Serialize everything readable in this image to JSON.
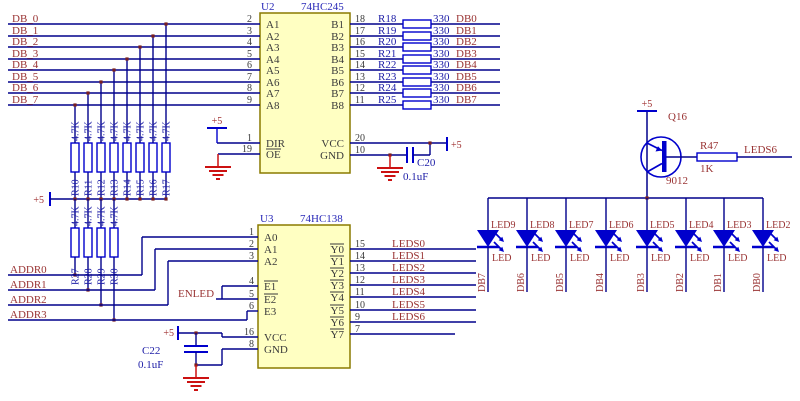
{
  "schematic": {
    "power": "+5",
    "enled": "ENLED",
    "db_in": [
      "DB_0",
      "DB_1",
      "DB_2",
      "DB_3",
      "DB_4",
      "DB_5",
      "DB_6",
      "DB_7"
    ],
    "addr": [
      "ADDR0",
      "ADDR1",
      "ADDR2",
      "ADDR3"
    ],
    "u2": {
      "ref": "U2",
      "part": "74HC245",
      "left_pins": [
        {
          "num": "2",
          "name": "A1"
        },
        {
          "num": "3",
          "name": "A2"
        },
        {
          "num": "4",
          "name": "A3"
        },
        {
          "num": "5",
          "name": "A4"
        },
        {
          "num": "6",
          "name": "A5"
        },
        {
          "num": "7",
          "name": "A6"
        },
        {
          "num": "8",
          "name": "A7"
        },
        {
          "num": "9",
          "name": "A8"
        },
        {
          "num": "1",
          "name": "DIR"
        },
        {
          "num": "19",
          "name": "OE",
          "bar": true
        }
      ],
      "right_pins": [
        {
          "num": "18",
          "name": "B1"
        },
        {
          "num": "17",
          "name": "B2"
        },
        {
          "num": "16",
          "name": "B3"
        },
        {
          "num": "15",
          "name": "B4"
        },
        {
          "num": "14",
          "name": "B5"
        },
        {
          "num": "13",
          "name": "B6"
        },
        {
          "num": "12",
          "name": "B7"
        },
        {
          "num": "11",
          "name": "B8"
        },
        {
          "num": "20",
          "name": "VCC"
        },
        {
          "num": "10",
          "name": "GND"
        }
      ]
    },
    "u3": {
      "ref": "U3",
      "part": "74HC138",
      "left_pins": [
        {
          "num": "1",
          "name": "A0"
        },
        {
          "num": "2",
          "name": "A1"
        },
        {
          "num": "3",
          "name": "A2"
        },
        {
          "num": "4",
          "name": "E1",
          "bar": true
        },
        {
          "num": "5",
          "name": "E2",
          "bar": true
        },
        {
          "num": "6",
          "name": "E3"
        },
        {
          "num": "16",
          "name": "VCC"
        },
        {
          "num": "8",
          "name": "GND"
        }
      ],
      "right_pins": [
        {
          "num": "15",
          "name": "Y0",
          "bar": true
        },
        {
          "num": "14",
          "name": "Y1",
          "bar": true
        },
        {
          "num": "13",
          "name": "Y2",
          "bar": true
        },
        {
          "num": "12",
          "name": "Y3",
          "bar": true
        },
        {
          "num": "11",
          "name": "Y4",
          "bar": true
        },
        {
          "num": "10",
          "name": "Y5",
          "bar": true
        },
        {
          "num": "9",
          "name": "Y6",
          "bar": true
        },
        {
          "num": "7",
          "name": "Y7",
          "bar": true
        }
      ]
    },
    "leds_out": [
      "LEDS0",
      "LEDS1",
      "LEDS2",
      "LEDS3",
      "LEDS4",
      "LEDS5",
      "LEDS6"
    ],
    "pullups_top": [
      {
        "ref": "R10",
        "value": "4.7K"
      },
      {
        "ref": "R11",
        "value": "4.7K"
      },
      {
        "ref": "R12",
        "value": "4.7K"
      },
      {
        "ref": "R13",
        "value": "4.7K"
      },
      {
        "ref": "R14",
        "value": "4.7K"
      },
      {
        "ref": "R15",
        "value": "4.7K"
      },
      {
        "ref": "R16",
        "value": "4.7K"
      },
      {
        "ref": "R17",
        "value": "4.7K"
      }
    ],
    "pullups_bottom": [
      {
        "ref": "R27",
        "value": "4.7K"
      },
      {
        "ref": "R28",
        "value": "4.7K"
      },
      {
        "ref": "R29",
        "value": "4.7K"
      },
      {
        "ref": "R30",
        "value": "4.7K"
      }
    ],
    "series_resistors": [
      {
        "ref": "R18",
        "value": "330",
        "net": "DB0"
      },
      {
        "ref": "R19",
        "value": "330",
        "net": "DB1"
      },
      {
        "ref": "R20",
        "value": "330",
        "net": "DB2"
      },
      {
        "ref": "R21",
        "value": "330",
        "net": "DB3"
      },
      {
        "ref": "R22",
        "value": "330",
        "net": "DB4"
      },
      {
        "ref": "R23",
        "value": "330",
        "net": "DB5"
      },
      {
        "ref": "R24",
        "value": "330",
        "net": "DB6"
      },
      {
        "ref": "R25",
        "value": "330",
        "net": "DB7"
      }
    ],
    "caps": [
      {
        "ref": "C20",
        "value": "0.1uF"
      },
      {
        "ref": "C22",
        "value": "0.1uF"
      }
    ],
    "transistor": {
      "ref": "Q16",
      "part": "9012"
    },
    "base_resistor": {
      "ref": "R47",
      "value": "1K",
      "net": "LEDS6"
    },
    "leds": [
      {
        "ref": "LED9",
        "part": "LED",
        "net": "DB7"
      },
      {
        "ref": "LED8",
        "part": "LED",
        "net": "DB6"
      },
      {
        "ref": "LED7",
        "part": "LED",
        "net": "DB5"
      },
      {
        "ref": "LED6",
        "part": "LED",
        "net": "DB4"
      },
      {
        "ref": "LED5",
        "part": "LED",
        "net": "DB3"
      },
      {
        "ref": "LED4",
        "part": "LED",
        "net": "DB2"
      },
      {
        "ref": "LED3",
        "part": "LED",
        "net": "DB1"
      },
      {
        "ref": "LED2",
        "part": "LED",
        "net": "DB0"
      }
    ],
    "colors": {
      "wire": "#00008B",
      "symbol": "#0000CC",
      "chip_fill": "#FFFFC2",
      "chip_border": "#8A7A00",
      "net_label": "#993333",
      "component_text": "#2020A8",
      "pin_text": "#3A3A3A",
      "title_text": "#2929B8",
      "power_text": "#A03030",
      "ground": "#CC1111",
      "junction": "#7A1F1F"
    }
  }
}
